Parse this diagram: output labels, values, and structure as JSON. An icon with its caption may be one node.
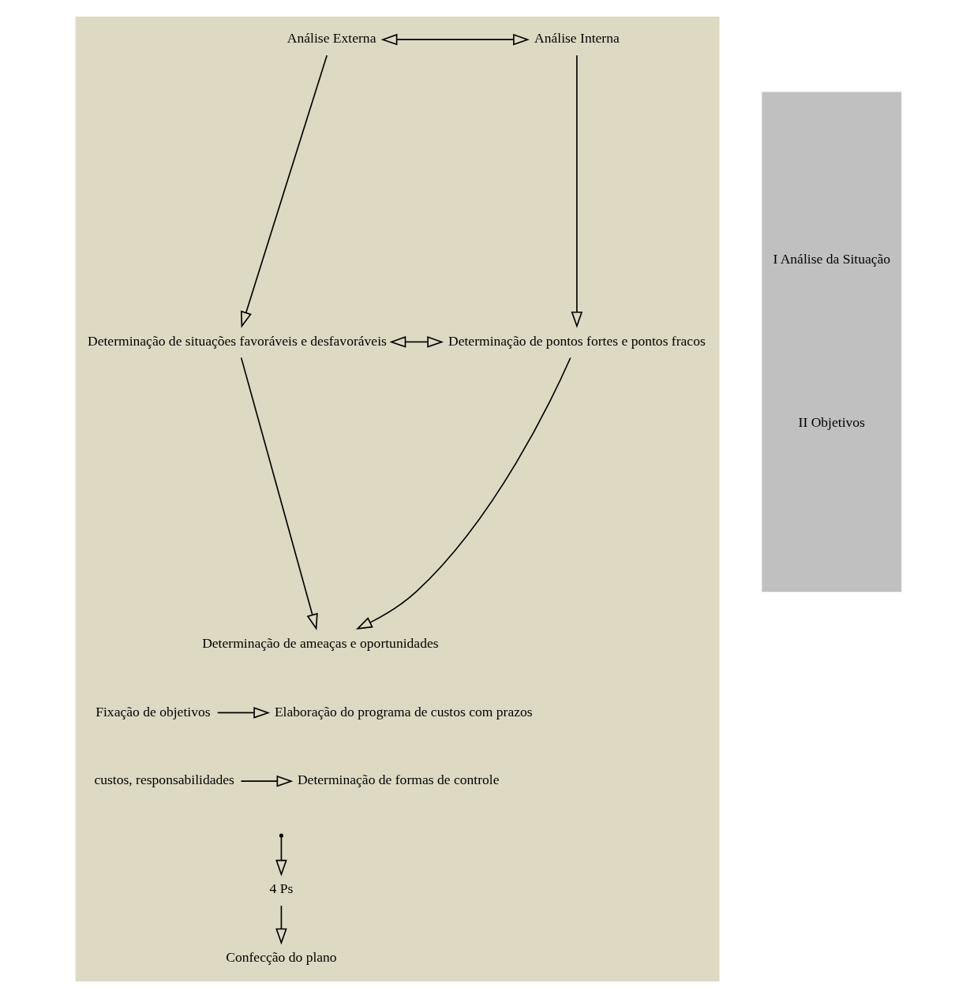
{
  "diagram": {
    "nodes": [
      {
        "text": [],
        "shape": "box"
      },
      {
        "text": [
          "Análise Externa"
        ],
        "in": 0
      },
      {
        "text": [
          "Análise Interna"
        ],
        "in": 0
      },
      {
        "text": [
          "Determinação de situações favoráveis e desfavoráveis"
        ],
        "in": 0
      },
      {
        "text": [
          "Determinação de pontos fortes e pontos fracos"
        ],
        "in": 0
      },
      {
        "text": [
          "Determinação de ameaças e oportunidades"
        ],
        "in": 0
      },
      {
        "text": [
          "Fixação de objetivos"
        ],
        "in": 0
      },
      {
        "text": [
          "Elaboração do programa de custos com prazos"
        ],
        "in": 0
      },
      {
        "text": [
          "custos, responsabilidades"
        ],
        "in": 0
      },
      {
        "text": [
          "Determinação de formas de controle"
        ],
        "in": 0
      },
      {
        "text": [
          "4 Ps"
        ],
        "in": 0
      },
      {
        "text": [
          "Confecção do plano"
        ],
        "in": 0
      },
      {
        "text": [
          "I Análise da Situação",
          "II Objetivos"
        ]
      }
    ],
    "edges": [
      {
        "from": 1,
        "to": 2,
        "arrow": "both"
      },
      {
        "from": 1,
        "to": 3,
        "arrow": "to"
      },
      {
        "from": 2,
        "to": 4,
        "arrow": "to"
      },
      {
        "from": 3,
        "to": 4,
        "arrow": "both"
      },
      {
        "from": 3,
        "to": 5,
        "arrow": "to"
      },
      {
        "from": 4,
        "to": 5,
        "arrow": "to"
      },
      {
        "from": 6,
        "to": 7,
        "arrow": "to"
      },
      {
        "from": 8,
        "to": 9,
        "arrow": "to"
      },
      {
        "from": null,
        "to": 10,
        "arrow": "to"
      },
      {
        "from": 10,
        "to": 11,
        "arrow": "to"
      }
    ]
  }
}
